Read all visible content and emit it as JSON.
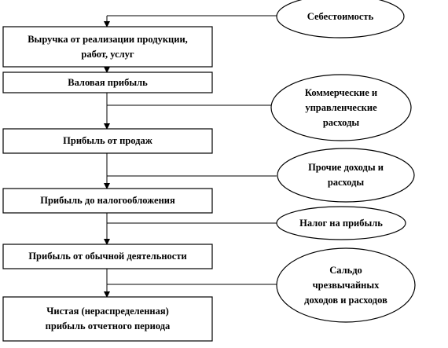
{
  "flow": {
    "steps": [
      "Выручка от реализации продукции,\nработ, услуг",
      "Валовая прибыль",
      "Прибыль от продаж",
      "Прибыль до налогообложения",
      "Прибыль от обычной деятельности",
      "Чистая (нераспределенная)\nприбыль отчетного периода"
    ],
    "adjustments": [
      "Себестоимость",
      "Коммерческие и\nуправленческие\nрасходы",
      "Прочие доходы и\nрасходы",
      "Налог на прибыль",
      "Сальдо\nчрезвычайных\nдоходов и расходов"
    ]
  }
}
